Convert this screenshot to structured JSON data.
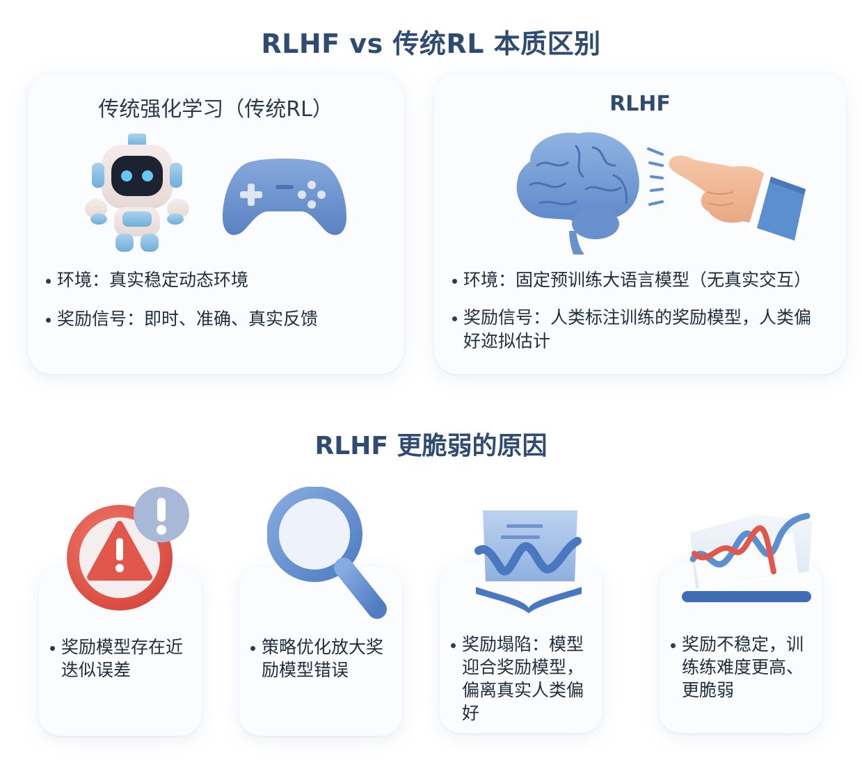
{
  "title": "RLHF vs 传统RL 本质区别",
  "comparison": {
    "traditional": {
      "title": "传统强化学习（传统RL）",
      "bullets": [
        "环境：真实稳定动态环境",
        "奖励信号：即时、准确、真实反馈"
      ]
    },
    "rlhf": {
      "title": "RLHF",
      "bullets": [
        "环境：固定预训练大语言模型（无真实交互）",
        "奖励信号：人类标注训练的奖励模型，人类偏好迩拟估计"
      ]
    }
  },
  "reasons": {
    "title": "RLHF 更脆弱的原因",
    "items": [
      {
        "text": "奖励模型存在近迭似误差",
        "icon": "warning-icon"
      },
      {
        "text": "策略优化放大奖励模型错误",
        "icon": "magnifier-icon"
      },
      {
        "text": "奖励塌陷：模型迎合奖励模型，偏离真实人类偏好",
        "icon": "chart-icon"
      },
      {
        "text": "奖励不稳定，训练练难度更高、更脆弱",
        "icon": "unstable-wave-icon"
      }
    ]
  },
  "colors": {
    "title": "#2f4b72",
    "accent_blue": "#5b8fd0",
    "warning_red": "#e2574c"
  }
}
